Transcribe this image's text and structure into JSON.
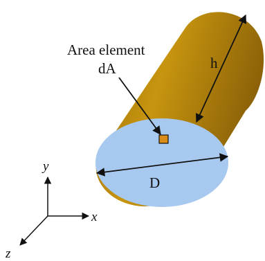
{
  "labels": {
    "area_element_line1": "Area element",
    "area_element_line2": "dA",
    "height": "h",
    "diameter": "D",
    "axis_x": "x",
    "axis_y": "y",
    "axis_z": "z"
  },
  "colors": {
    "cylinder_body": "#b8860b",
    "cylinder_shadow": "#8b6508",
    "end_face": "#a7c9ef",
    "area_element": "#d98c17",
    "ink": "#111111"
  }
}
